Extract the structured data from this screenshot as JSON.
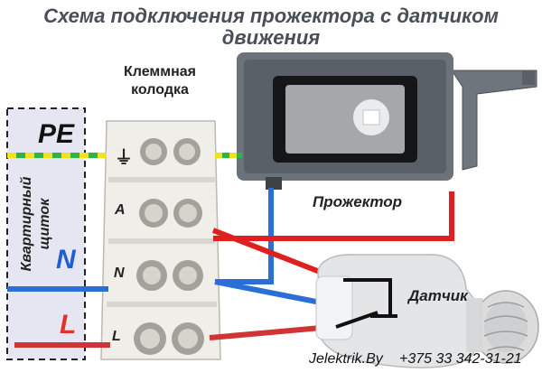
{
  "title": {
    "line1": "Схема подключения прожектора с датчиком",
    "line2": "движения"
  },
  "labels": {
    "terminal_block": {
      "line1": "Клеммная",
      "line2": "колодка"
    },
    "panel": {
      "line1": "Квартирный",
      "line2": "щиток"
    },
    "pe": "PE",
    "n": "N",
    "l": "L",
    "floodlight": "Прожектор",
    "sensor": "Датчик",
    "terminal_a": "A",
    "terminal_n": "N",
    "terminal_l": "L",
    "ground_symbol": "⏚"
  },
  "footer": {
    "brand": "Jelektrik.By",
    "phone": "+375 33 342-31-21"
  },
  "colors": {
    "title": "#4a4f57",
    "pe_green": "#2fb44a",
    "pe_yellow": "#f2e21a",
    "neutral_blue": "#2a6fd6",
    "phase_red": "#d13434",
    "live_red": "#e02020",
    "panel_fill": "#e6e6f2",
    "n_letter": "#1f5fd0",
    "l_letter": "#e0342a"
  }
}
